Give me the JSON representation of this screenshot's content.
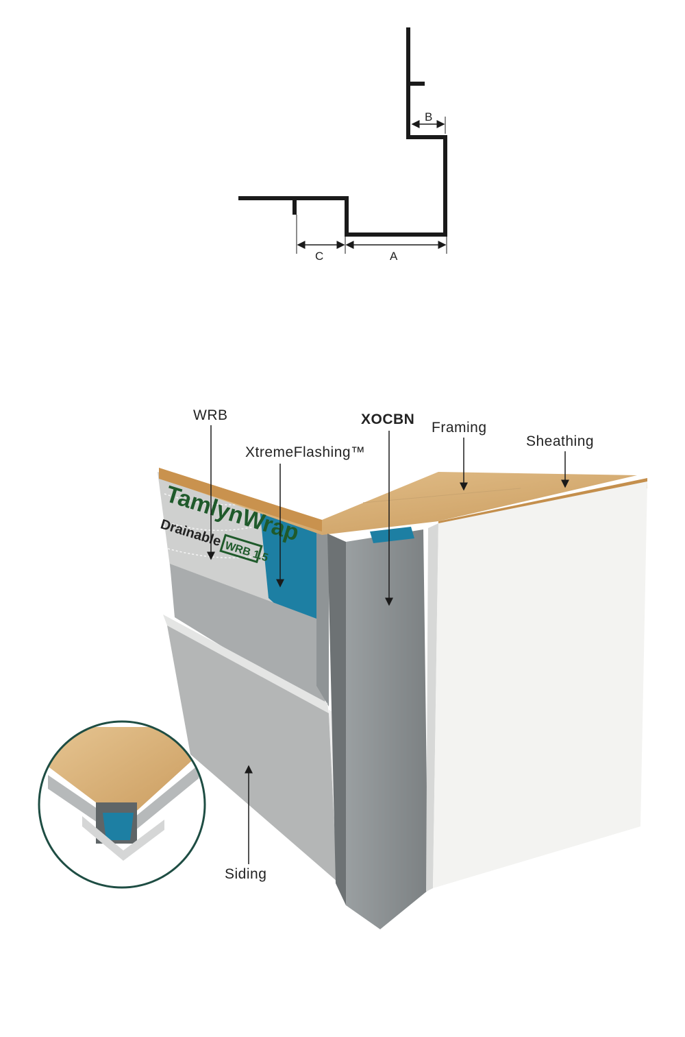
{
  "profile": {
    "title": "XOCBN profile cross-section",
    "dimensions": [
      "A",
      "B",
      "C"
    ]
  },
  "labels": {
    "wrb": "WRB",
    "xtremeflashing": "XtremeFlashing™",
    "xocbn": "XOCBN",
    "framing": "Framing",
    "sheathing": "Sheathing",
    "siding": "Siding"
  },
  "wrb_brand": {
    "name": "TamlynWrap",
    "sub": "Drainable",
    "badge": "WRB 1.5"
  },
  "colors": {
    "line": "#1a1a1a",
    "flashing_blue": "#1d7fa3",
    "wood": "#d9b27a",
    "metal": "#8a8f91",
    "panel_white": "#f3f3f1",
    "inset_ring": "#1e4d43",
    "brand_green": "#1f5a2b"
  }
}
